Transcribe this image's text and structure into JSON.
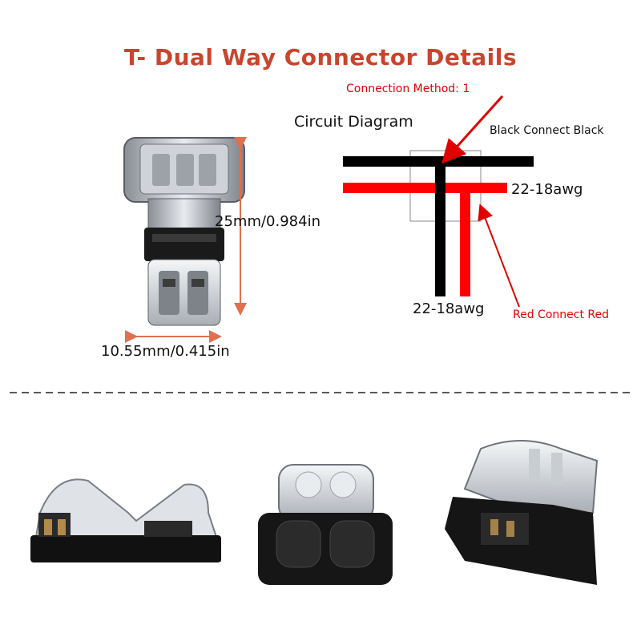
{
  "title": "T- Dual Way Connector Details",
  "dimensions": {
    "height_label": "25mm/0.984in",
    "width_label": "10.55mm/0.415in"
  },
  "circuit": {
    "heading": "Circuit Diagram",
    "method_label": "Connection Method: 1",
    "black_label": "Black Connect Black",
    "red_label": "Red Connect Red",
    "gauge_right": "22-18awg",
    "gauge_bottom": "22-18awg"
  },
  "colors": {
    "title": "#c8452e",
    "wire_black": "#000000",
    "wire_red": "#ff0000",
    "annotation_red": "#e00000",
    "dimension_arrow": "#e07050"
  },
  "photos": [
    "connector-open-side-view",
    "connector-front-view",
    "connector-angled-view"
  ]
}
